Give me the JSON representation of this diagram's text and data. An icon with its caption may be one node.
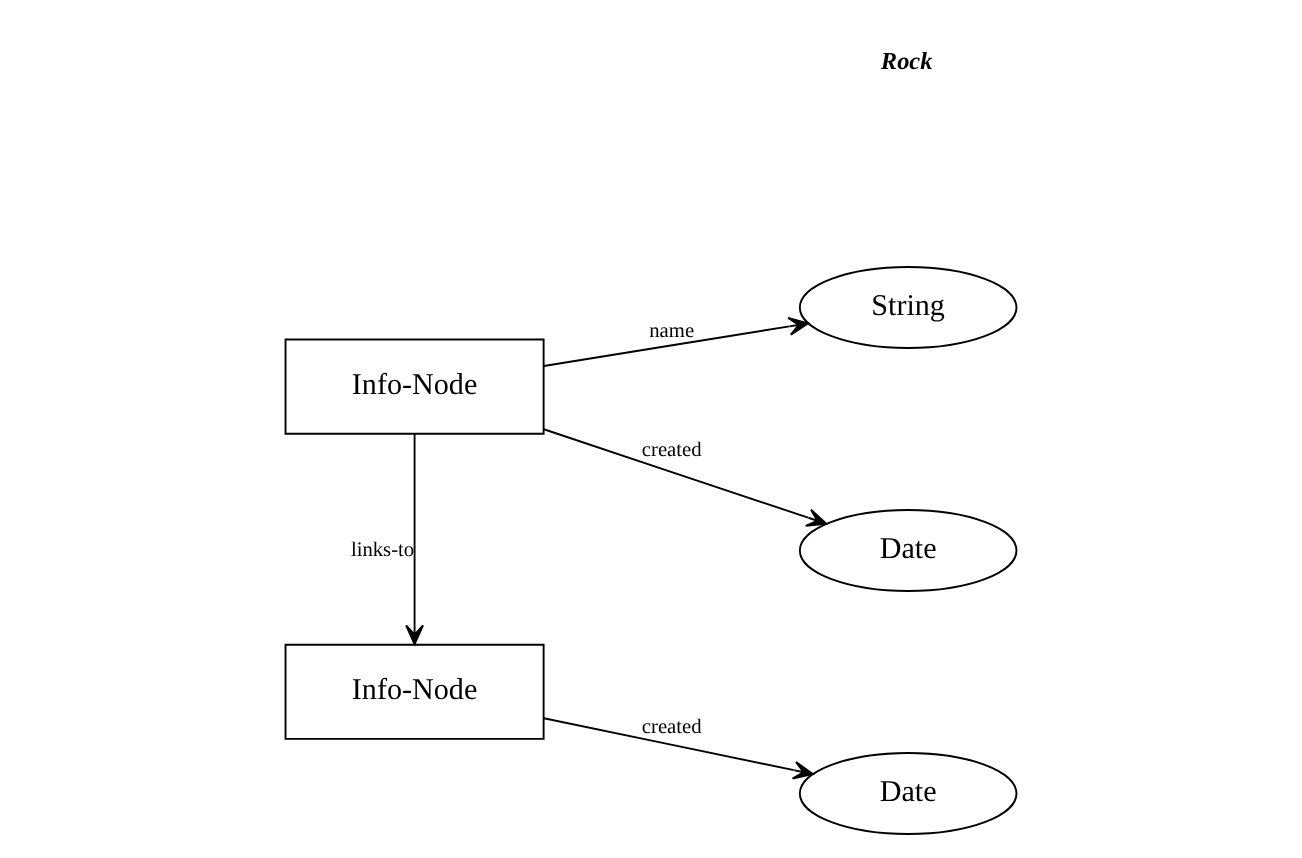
{
  "diagram": {
    "nodes": [
      {
        "text": [
          "Info-Node"
        ]
      },
      {
        "text": [
          "String"
        ]
      },
      {
        "text": [
          "Date"
        ]
      },
      {
        "text": [
          "Info-Node"
        ]
      },
      {
        "text": [
          "Date"
        ]
      }
    ],
    "edges": [
      {
        "from": 0,
        "to": 1,
        "arrow": "to",
        "label": "name"
      },
      {
        "from": 0,
        "to": 2,
        "arrow": "to",
        "label": "created"
      },
      {
        "from": 0,
        "to": 3,
        "arrow": "to",
        "label": "links-to"
      },
      {
        "from": 3,
        "to": 4,
        "arrow": "to",
        "label": "created"
      }
    ],
    "labels": [
      "Rock"
    ]
  }
}
